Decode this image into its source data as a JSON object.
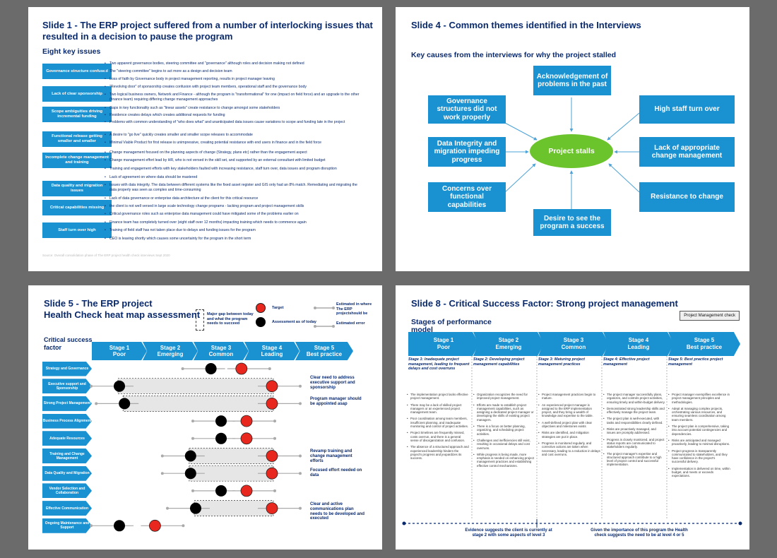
{
  "slide1": {
    "title": "Slide 1 - The ERP project suffered from a number of interlocking issues that resulted in a decision to pause the program",
    "subtitle": "Eight key issues",
    "issues": [
      "Governance structure confused",
      "Lack of clear sponsorship",
      "Scope ambiguities driving incremental funding",
      "Functional release getting smaller and smaller",
      "Incomplete change management and training",
      "Data quality and migration issues",
      "Critical capabilities missing",
      "Staff turn over high"
    ],
    "bullets": [
      "Two apparent governance bodies,  steering committee and \"governance\" although roles and decision making not defined",
      "The \"steering committee\" begins to act more as a design and decision team",
      "Loss of faith by Governance body in project management reporting,  results in project manager leaving",
      "\"Revolving door\" of sponsorship creates confusion with project team members, operational staff and the governance body",
      "Two logical business owners,  Network and Finance - although the program is \"transformational\" for one (impact on field force) and an upgrade to the other (finance team) requiring differing change management approaches",
      "Gaps in key functionality such as \"linear assets\" create resistance to change amongst some stakeholders",
      "Residence creates delays which creates additional requests for funding",
      "Problems with common understanding of \"who does what\" and unanticipated data issues cause variations to scope and funding late in the project",
      "A desire to \"go live\" quickly creates smaller and smaller scope releases to accommodate",
      "Minimal Viable Product for first release is unimpressive,  creating potential resistance with end users in finance and in the field force",
      "Change management focused on the planning aspects of change (Strategy,  plans etc) rather than the engagement aspect",
      "Change management effort lead by HR, who is not versed in the skill set, and supported by an external consultant with limited budget",
      "Training and engagement efforts with key stakeholders faulted with increasing resistance,  staff turn over,  data issues and program disruption",
      "Lack of agreement on where data should be mastered",
      "Issues with data integrity. The data between different systems like the fixed asset register and GIS only had an 8% match. Remediating and migrating the data properly was seen as complex and time-consuming",
      "Lack of data governance or enterprise data architecture at the client for this critical resource",
      "the client is not well versed in large scale technology change programs - lacking program and project management skills",
      "Critical governance roles such as enterprise data management could have mitigated some of the problems earlier on",
      "Finance team has completely turned over (eight staff over 12 months) impacting training which needs to commence again",
      "Training of field staff has not taken place due to delays and funding issues for the program",
      "CEO is leaving shortly which causes some uncertainty for the program in the short term"
    ],
    "source": "Source: Overall consolidation phase of The ERP project health check interviews Sept 2020"
  },
  "slide4": {
    "title": "Slide 4 - Common themes identified in the Interviews",
    "subtitle": "Key causes from the interviews for why the project stalled",
    "center": "Project stalls",
    "themes": {
      "top": "Acknowledgement of problems in the past",
      "upper_left": "Governance structures did not work properly",
      "upper_right": "High staff turn over",
      "mid_left": "Data Integrity and migration impeding progress",
      "mid_right": "Lack of appropriate change management",
      "lower_left": "Concerns over functional capabilities",
      "lower_right": "Resistance to change",
      "bottom": "Desire to see the program a success"
    },
    "colors": {
      "box": "#1a91d1",
      "center": "#6cc42c"
    }
  },
  "slide5": {
    "title_line1": "Slide 5 - The ERP project",
    "title_line2": "Health Check heat map assessment",
    "legend": {
      "gap": "Major gap between today and what the program needs to succeed",
      "target": "Target",
      "today": "Assessment as of today",
      "estimated": "Estimated in where The ERP projectshould be",
      "error": "Estimated error"
    },
    "csf_label": "Critical success factor",
    "stages": [
      {
        "num": "Stage 1",
        "name": "Poor"
      },
      {
        "num": "Stage 2",
        "name": "Emerging"
      },
      {
        "num": "Stage 3",
        "name": "Common"
      },
      {
        "num": "Stage 4",
        "name": "Leading"
      },
      {
        "num": "Stage 5",
        "name": "Best practice"
      }
    ],
    "rows": [
      {
        "label": "Strategy and Governance",
        "today": 2.8,
        "target": 3.4,
        "gap": false
      },
      {
        "label": "Executive support and Sponsorship",
        "today": 1.0,
        "target": 4.0,
        "gap": true
      },
      {
        "label": "Strong Project Management",
        "today": 1.1,
        "target": 4.0,
        "gap": true
      },
      {
        "label": "Business Process Alignment",
        "today": 3.0,
        "target": 3.5,
        "gap": false
      },
      {
        "label": "Adequate Resources",
        "today": 3.0,
        "target": 3.5,
        "gap": false
      },
      {
        "label": "Training and Change Management",
        "today": 2.4,
        "target": 4.0,
        "gap": true
      },
      {
        "label": "Data Quality and Migration",
        "today": 2.4,
        "target": 4.0,
        "gap": true
      },
      {
        "label": "Vendor Selection and Collaboration",
        "today": 3.0,
        "target": 3.5,
        "gap": false
      },
      {
        "label": "Effective Communication",
        "today": 2.5,
        "target": 4.0,
        "gap": true
      },
      {
        "label": "Ongoing Maintenance and Support",
        "today": 1.0,
        "target": 1.7,
        "gap": false
      }
    ],
    "notes": [
      "Clear need to address executive support and sponsorship",
      "Program manager should be appointed asap",
      "Revamp training and change management efforts",
      "Focused effort needed on data",
      "Clear and active communications plan needs to be developed and executed"
    ],
    "colors": {
      "target": "#e8281e",
      "today": "#000000"
    }
  },
  "slide8": {
    "title": "Slide 8 - Critical Success Factor: Strong project management",
    "pm_check": "Project Management check",
    "stages_label": "Stages of performance model",
    "stages": [
      {
        "num": "Stage 1",
        "name": "Poor",
        "heading": "Stage 1: Inadequate project management, leading to frequent delays and cost overruns"
      },
      {
        "num": "Stage 2",
        "name": "Emerging",
        "heading": "Stage 2: Developing project management capabilities"
      },
      {
        "num": "Stage 3",
        "name": "Common",
        "heading": "Stage 3: Maturing project management practices"
      },
      {
        "num": "Stage 4",
        "name": "Leading",
        "heading": "Stage 4: Effective project management"
      },
      {
        "num": "Stage 5",
        "name": "Best practice",
        "heading": "Stage 5: Best practice project management"
      }
    ],
    "columns": [
      [
        "The implementation project lacks effective project management.",
        "There may be a lack of skilled project managers or an experienced project management team.",
        "Poor coordination among team members, insufficient planning, and inadequate monitoring and control of project activities.",
        "Project timelines are frequently missed, costs overrun, and there is a general sense of disorganization and confusion.",
        "The absence of a structured approach and experienced leadership hinders the project's progress and jeopardizes its success."
      ],
      [
        "Organization recognizes the need for improved project management.",
        "Efforts are made to establish project management capabilities, such as assigning a dedicated project manager or developing the skills of existing project managers.",
        "There is a focus on better planning, organizing, and scheduling project activities.",
        "Challenges and inefficiencies still exist, resulting in occasional delays and cost overruns.",
        "While progress is being made, more emphasis is needed on enhancing project management practices and establishing effective control mechanisms."
      ],
      [
        "Project management practices begin to mature.",
        "An experienced project manager is assigned to the ERP implementation project, and they bring a wealth of knowledge and expertise to the table.",
        "A well-defined project plan with clear objectives and milestones exists",
        "Risks are identified, and mitigation strategies are put in place.",
        "Progress is monitored regularly, and corrective actions are taken when necessary, leading to a reduction in delays and cost overruns."
      ],
      [
        "The project manager successfully plans, organizes, and controls project activities, ensuring timely and within-budget delivery.",
        "Demonstrated strong leadership skills and effectively manage the project team.",
        "The project plan is well-executed, with tasks and responsibilities clearly defined.",
        "Risks are proactively managed, and issues are promptly addressed.",
        "Progress is closely monitored, and project status reports are communicated to stakeholders regularly.",
        "The project manager's expertise and structured approach contribute to a high level of project control and successful implementation."
      ],
      [
        "Project manager exemplifies excellence in project management principles and methodologies.",
        "Adept at managing complex projects, orchestrating various resources, and ensuring seamless coordination among team members.",
        "The project plan is comprehensive, taking into account potential contingencies and dependencies.",
        "Risks are anticipated and managed proactively, leading to minimal disruptions.",
        "Project progress is transparently communicated to stakeholders, and they have confidence in the project's successful delivery.",
        "Implementation is delivered on time, within budget, and meets or exceeds expectations."
      ]
    ],
    "evidence_left": "Evidence suggests the client is currently at stage 2 with some aspects of level 3",
    "evidence_right": "Given the importance of this program the Health check suggests the need to be at level 4 or 5"
  }
}
